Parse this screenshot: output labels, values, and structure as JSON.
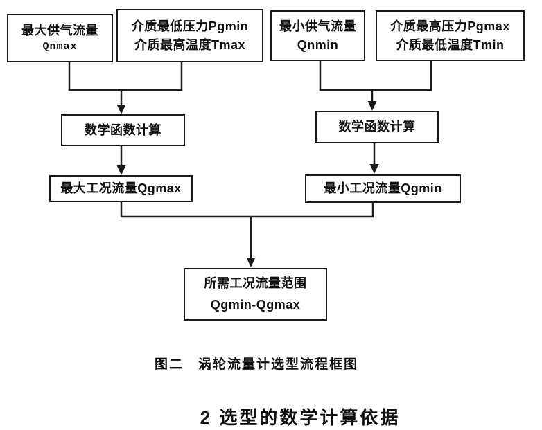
{
  "diagram": {
    "boxes": [
      {
        "id": "max-supply-flow",
        "lines": [
          "最大供气流量",
          "Qnmax"
        ]
      },
      {
        "id": "medium-min-pressure-max-temp",
        "lines": [
          "介质最低压力Pgmin",
          "介质最高温度Tmax"
        ]
      },
      {
        "id": "min-supply-flow",
        "lines": [
          "最小供气流量",
          "Qnmin"
        ]
      },
      {
        "id": "medium-max-pressure-min-temp",
        "lines": [
          "介质最高压力Pgmax",
          "介质最低温度Tmin"
        ]
      },
      {
        "id": "math-function-calc-left",
        "lines": [
          "数学函数计算"
        ]
      },
      {
        "id": "math-function-calc-right",
        "lines": [
          "数学函数计算"
        ]
      },
      {
        "id": "max-operating-flow",
        "lines": [
          "最大工况流量Qgmax"
        ]
      },
      {
        "id": "min-operating-flow",
        "lines": [
          "最小工况流量Qgmin"
        ]
      },
      {
        "id": "required-flow-range",
        "lines": [
          "所需工况流量范围",
          "Qgmin-Qgmax"
        ]
      }
    ],
    "caption": "图二　涡轮流量计选型流程框图",
    "section_heading": "2 选型的数学计算依据"
  },
  "colors": {
    "ink": "#1a1a1a",
    "paper": "#ffffff"
  }
}
